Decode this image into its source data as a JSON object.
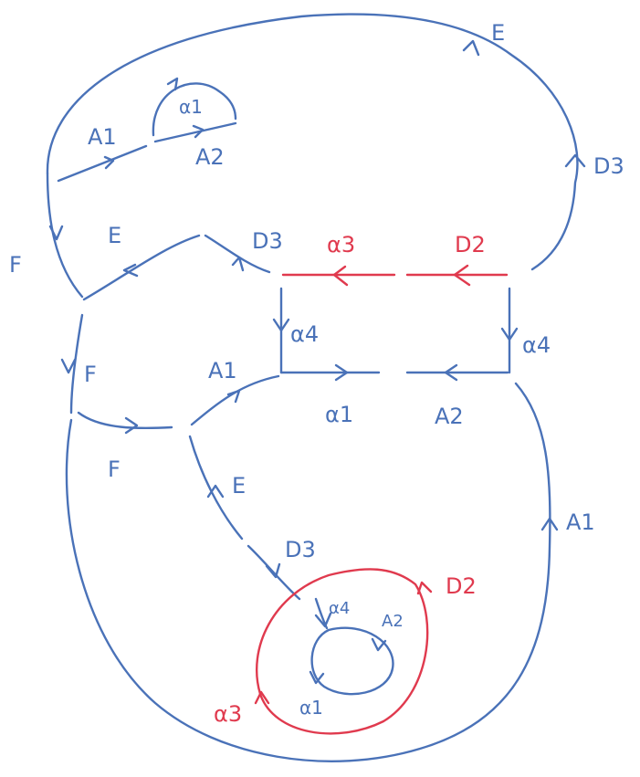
{
  "colors": {
    "blue": "#4a72b8",
    "red": "#e03a4e",
    "background": "#ffffff"
  },
  "labels": {
    "top_e": "E",
    "top_a1": "A1",
    "top_alpha1": "α1",
    "top_a2": "A2",
    "right_d3": "D3",
    "left_f": "F",
    "mid_e": "E",
    "mid_d3": "D3",
    "red_alpha3": "α3",
    "red_d2": "D2",
    "alpha4_left": "α4",
    "alpha4_right": "α4",
    "sq_a1": "A1",
    "left_f2": "F",
    "bottom_f": "F",
    "sq_alpha1": "α1",
    "sq_a2": "A2",
    "diag_e": "E",
    "right_a1": "A1",
    "diag_d3": "D3",
    "circle_d2": "D2",
    "inner_alpha4": "α4",
    "inner_a2": "A2",
    "circle_alpha3": "α3",
    "inner_alpha1": "α1"
  }
}
